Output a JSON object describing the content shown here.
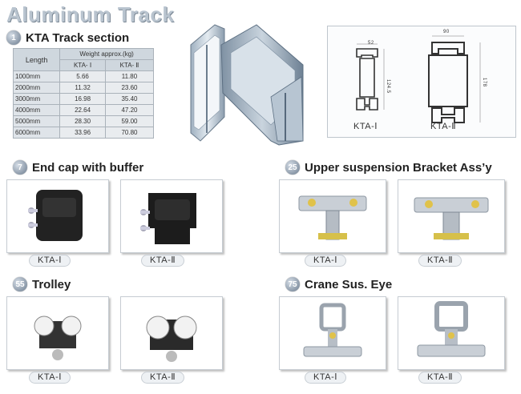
{
  "header": {
    "title": "Aluminum Track"
  },
  "sections": {
    "track": {
      "badge": "1",
      "title": "KTA Track section"
    },
    "endcap": {
      "badge": "7",
      "title": "End cap with buffer"
    },
    "bracket": {
      "badge": "25",
      "title": "Upper suspension Bracket Ass’y"
    },
    "trolley": {
      "badge": "55",
      "title": "Trolley"
    },
    "crane": {
      "badge": "75",
      "title": "Crane Sus. Eye"
    }
  },
  "table": {
    "col_length": "Length",
    "col_weight": "Weight approx.(kg)",
    "col_kta1": "KTA- Ⅰ",
    "col_kta2": "KTA- Ⅱ",
    "rows": [
      [
        "1000mm",
        "5.66",
        "11.80"
      ],
      [
        "2000mm",
        "11.32",
        "23.60"
      ],
      [
        "3000mm",
        "16.98",
        "35.40"
      ],
      [
        "4000mm",
        "22.64",
        "47.20"
      ],
      [
        "5000mm",
        "28.30",
        "59.00"
      ],
      [
        "6000mm",
        "33.96",
        "70.80"
      ]
    ]
  },
  "dimensions": {
    "kta1_width": "52",
    "kta1_height": "124.5",
    "kta2_width": "90",
    "kta2_height": "178",
    "kta1_label": "KTA-Ⅰ",
    "kta2_label": "KTA-Ⅱ"
  },
  "labels": {
    "endcap_1": "KTA-Ⅰ",
    "endcap_2": "KTA-Ⅱ",
    "bracket_1": "KTA-Ⅰ",
    "bracket_2": "KTA-Ⅱ",
    "trolley_1": "KTA-Ⅰ",
    "trolley_2": "KTA-Ⅱ",
    "crane_1": "KTA-Ⅰ",
    "crane_2": "KTA-Ⅱ"
  }
}
